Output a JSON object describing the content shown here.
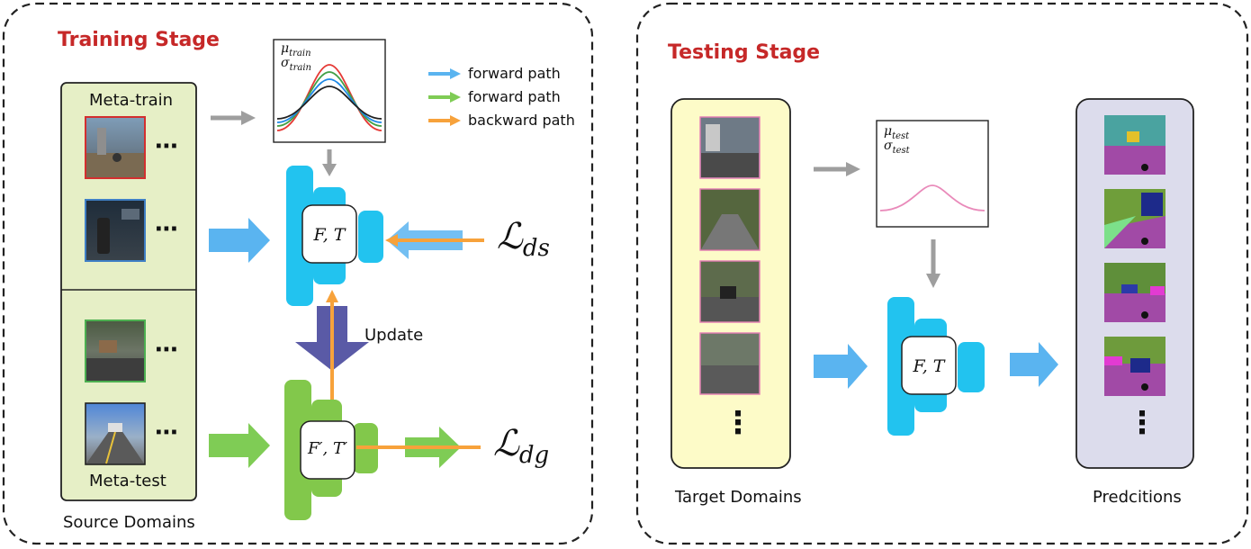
{
  "training": {
    "title": "Training Stage",
    "meta_train_label": "Meta-train",
    "meta_test_label": "Meta-test",
    "source_domains_label": "Source Domains",
    "train_stats": {
      "mu": "μ",
      "mu_sub": "train",
      "sigma": "σ",
      "sigma_sub": "train"
    },
    "model_label": "F, T",
    "model_prime_label": "F′, T′",
    "update_label": "Update",
    "loss_ds": {
      "symbol": "ℒ",
      "sub": "ds"
    },
    "loss_dg": {
      "symbol": "ℒ",
      "sub": "dg"
    }
  },
  "legend": [
    {
      "label": "forward path",
      "color": "#5ab4f0"
    },
    {
      "label": "forward path",
      "color": "#7fcc55"
    },
    {
      "label": "backward path",
      "color": "#f7a23b"
    }
  ],
  "testing": {
    "title": "Testing Stage",
    "target_domains_label": "Target Domains",
    "predictions_label": "Predcitions",
    "test_stats": {
      "mu": "μ",
      "mu_sub": "test",
      "sigma": "σ",
      "sigma_sub": "test"
    },
    "model_label": "F, T"
  },
  "ellipsis": "⋮",
  "hdots": "⋯",
  "colors": {
    "title_red": "#c62828",
    "blue_arrow": "#5ab4f0",
    "green_arrow": "#7fcc55",
    "orange_arrow": "#f7a23b",
    "cyan_block": "#22c3ef",
    "green_block": "#82c84b",
    "update_arrow": "#5a5aa6",
    "source_panel": "#e6efc6",
    "target_panel": "#fdfbc8",
    "pred_panel": "#dcdcec",
    "gray_arrow": "#9e9e9e"
  }
}
